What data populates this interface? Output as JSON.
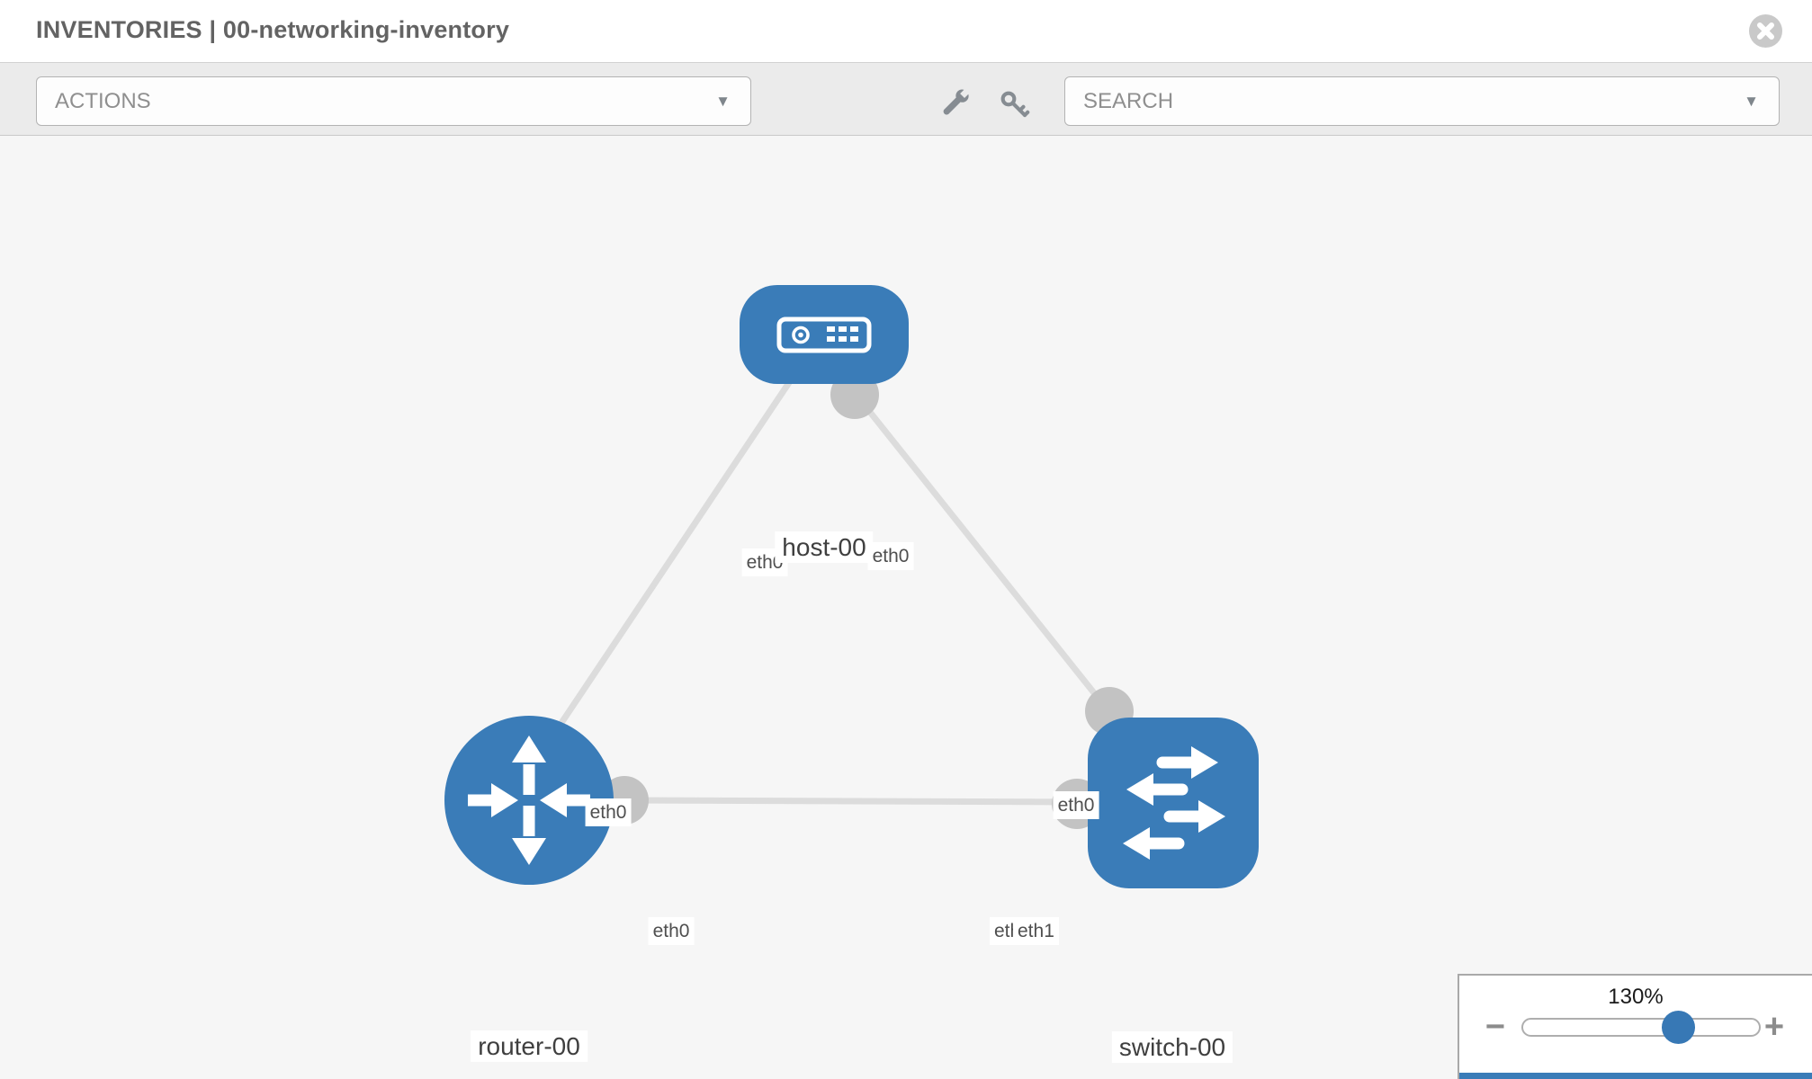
{
  "header": {
    "title": "INVENTORIES | 00-networking-inventory"
  },
  "toolbar": {
    "actions_label": "ACTIONS",
    "search_label": "SEARCH",
    "caret_glyph": "▼"
  },
  "icons": {
    "header_close": "close-icon",
    "toolbar_tools": [
      "wrench-icon",
      "key-icon"
    ],
    "node_icons": [
      "host-icon",
      "router-icon",
      "switch-icon"
    ]
  },
  "colors": {
    "node_blue": "#3a7cb8",
    "link_gray": "#dcdcdc",
    "port_gray": "#c3c3c3",
    "canvas_bg": "#f6f6f6",
    "toolbar_bg": "#ebebeb",
    "slider_thumb_blue": "#3778b5"
  },
  "topology": {
    "nodes": [
      {
        "id": "host-00",
        "type": "host",
        "label": "host-00"
      },
      {
        "id": "router-00",
        "type": "router",
        "label": "router-00"
      },
      {
        "id": "switch-00",
        "type": "switch",
        "label": "switch-00"
      }
    ],
    "links": [
      {
        "from": "host-00",
        "to": "router-00",
        "from_interface": "eth0",
        "to_interface": "eth0"
      },
      {
        "from": "host-00",
        "to": "switch-00",
        "from_interface": "eth0",
        "to_interface": "eth0"
      },
      {
        "from": "router-00",
        "to": "switch-00",
        "from_interface": "eth0",
        "to_interface": "eth1",
        "to_interface_overlapped": "eth0"
      }
    ]
  },
  "zoom_control": {
    "level": "130%",
    "minus_label": "−",
    "plus_label": "+"
  }
}
